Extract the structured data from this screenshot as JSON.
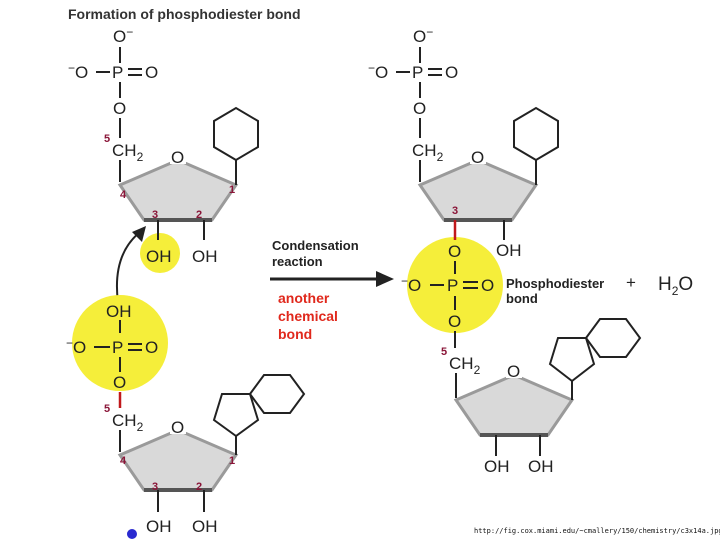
{
  "title": "Formation of phosphodiester bond",
  "reaction": {
    "line1": "Condensation",
    "line2": "reaction",
    "note_lines": [
      "another",
      "chemical",
      "bond"
    ]
  },
  "product": {
    "bond_line1": "Phosphodiester",
    "bond_line2": "bond",
    "plus": "+",
    "water": "H",
    "water_sub": "2",
    "water_o": "O"
  },
  "atoms": {
    "o_minus": "O",
    "minus": "−",
    "o": "O",
    "p": "P",
    "oh": "OH",
    "ch": "CH",
    "sub2": "2"
  },
  "carbon_numbers": {
    "c1": "1",
    "c2": "2",
    "c3": "3",
    "c4": "4",
    "c5": "5"
  },
  "source_url": "http://fig.cox.miami.edu/~cmallery/150/chemistry/c3x14a.jpg",
  "colors": {
    "highlight": "#f5ee3a",
    "sugar_fill": "#d9d9d9",
    "sugar_edge": "#9a9a9a",
    "carbon_label": "#8a1538",
    "note_red": "#e0281c",
    "new_bond_red": "#c0181c",
    "dot": "#2a2ad0"
  }
}
